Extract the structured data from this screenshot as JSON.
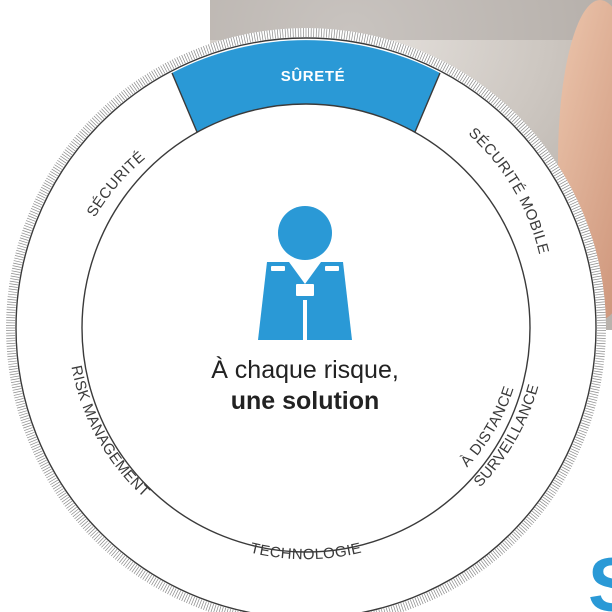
{
  "colors": {
    "accent": "#2a99d6",
    "ring_line": "#3a3a3a",
    "text": "#333333",
    "photo_bg": "#cfc9c4",
    "skin": "#e2b79c"
  },
  "segments": [
    {
      "id": "surete",
      "label": "SÛRETÉ",
      "active": true
    },
    {
      "id": "securite-mobile",
      "label": "SÉCURITÉ MOBILE",
      "active": false
    },
    {
      "id": "surveillance-a-distance",
      "label_line_1": "SURVEILLANCE",
      "label_line_2": "À DISTANCE",
      "active": false
    },
    {
      "id": "technologie",
      "label": "TECHNOLOGIE",
      "active": false
    },
    {
      "id": "risk-management",
      "label": "RISK MANAGEMENT",
      "active": false
    },
    {
      "id": "securite",
      "label": "SÉCURITÉ",
      "active": false
    }
  ],
  "center": {
    "icon": "security-guard-icon",
    "line_1": "À chaque risque,",
    "line_2": "une solution"
  },
  "corner_text": "S"
}
